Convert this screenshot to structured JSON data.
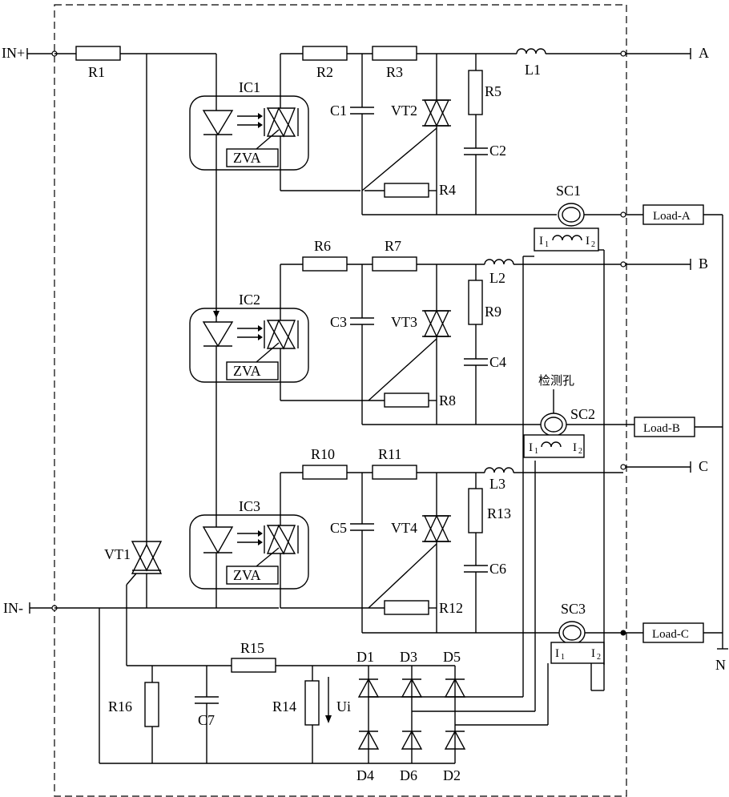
{
  "terminals": {
    "in_plus": "IN+",
    "in_minus": "IN-",
    "a": "A",
    "b": "B",
    "c": "C",
    "n": "N"
  },
  "loads": [
    "Load-A",
    "Load-B",
    "Load-C"
  ],
  "ics": [
    "IC1",
    "IC2",
    "IC3"
  ],
  "zva": "ZVA",
  "resistors": [
    "R1",
    "R2",
    "R3",
    "R4",
    "R5",
    "R6",
    "R7",
    "R8",
    "R9",
    "R10",
    "R11",
    "R12",
    "R13",
    "R14",
    "R15",
    "R16"
  ],
  "capacitors": [
    "C1",
    "C2",
    "C3",
    "C4",
    "C5",
    "C6",
    "C7"
  ],
  "inductors": [
    "L1",
    "L2",
    "L3"
  ],
  "thyristors": [
    "VT1",
    "VT2",
    "VT3",
    "VT4"
  ],
  "sensors": [
    "SC1",
    "SC2",
    "SC3"
  ],
  "diodes": [
    "D1",
    "D3",
    "D5",
    "D4",
    "D6",
    "D2"
  ],
  "ui_label": "Ui",
  "inspection_hole": "检测孔",
  "i1": "I",
  "i1_sub": "1",
  "i2": "I",
  "i2_sub": "2"
}
